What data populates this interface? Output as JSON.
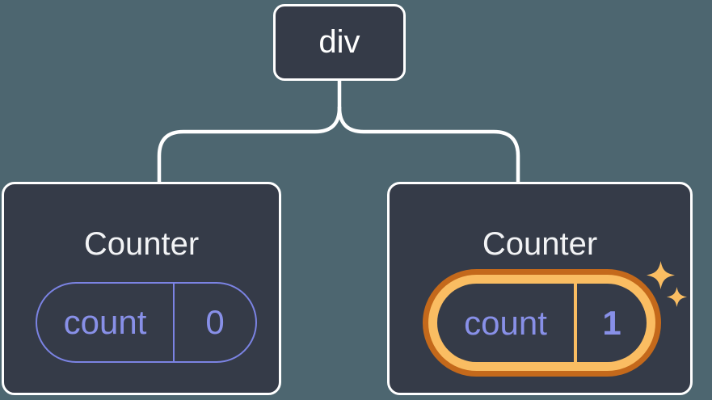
{
  "colors": {
    "background": "#4D6670",
    "node_bg": "#353B48",
    "line": "#FFFFFF",
    "text_light": "#F2F3F5",
    "purple": "#8890E8",
    "purple_border": "#7B83E3",
    "orange_dark": "#C4691B",
    "orange_light": "#FABD62"
  },
  "tree": {
    "root": {
      "label": "div"
    },
    "children": [
      {
        "title": "Counter",
        "state": {
          "key": "count",
          "value": "0"
        },
        "highlighted": false
      },
      {
        "title": "Counter",
        "state": {
          "key": "count",
          "value": "1"
        },
        "highlighted": true
      }
    ]
  },
  "icons": {
    "sparkle": "four-pointed-star"
  }
}
